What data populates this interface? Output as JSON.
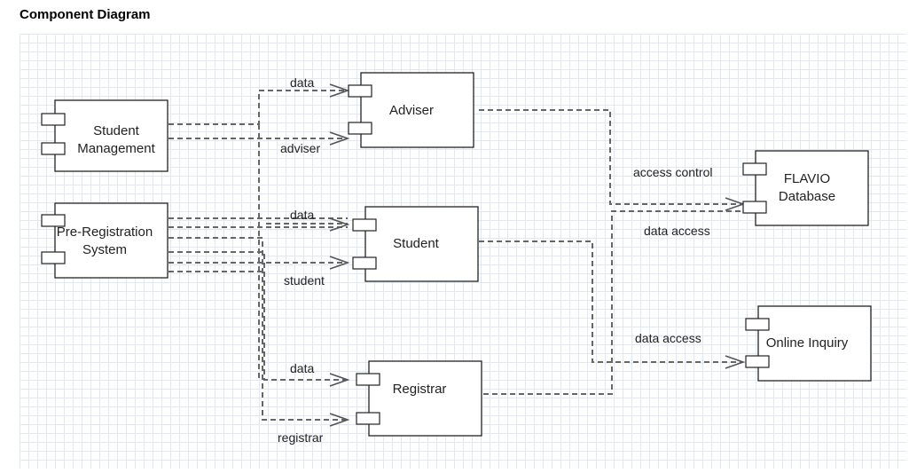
{
  "title": "Component Diagram",
  "components": {
    "student_management": [
      "Student",
      "Management"
    ],
    "pre_registration": [
      "Pre-Registration",
      "System"
    ],
    "adviser": [
      "Adviser"
    ],
    "student": [
      "Student"
    ],
    "registrar": [
      "Registrar"
    ],
    "flavio_db": [
      "FLAVIO",
      "Database"
    ],
    "online_inquiry": [
      "Online Inquiry"
    ]
  },
  "labels": {
    "adviser_data": "data",
    "adviser_adviser": "adviser",
    "student_data": "data",
    "student_student": "student",
    "registrar_data": "data",
    "registrar_registrar": "registrar",
    "access_control": "access control",
    "db_data_access": "data access",
    "inquiry_data_access": "data access"
  }
}
